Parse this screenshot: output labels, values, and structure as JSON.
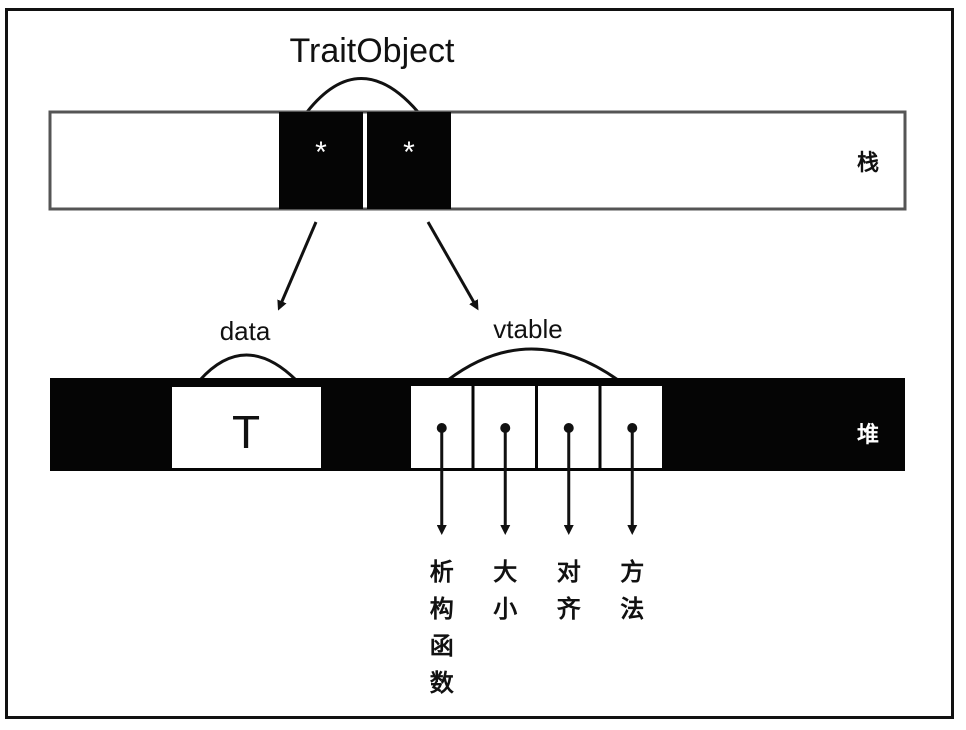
{
  "diagram": {
    "title": "TraitObject",
    "stack": {
      "label": "栈",
      "pointer_cells": [
        "*",
        "*"
      ]
    },
    "heap": {
      "label": "堆",
      "data_label": "data",
      "data_value": "T",
      "vtable_label": "vtable",
      "vtable_entries": [
        {
          "name": "析构函数",
          "chars": [
            "析",
            "构",
            "函",
            "数"
          ]
        },
        {
          "name": "大小",
          "chars": [
            "大",
            "小"
          ]
        },
        {
          "name": "对齐",
          "chars": [
            "对",
            "齐"
          ]
        },
        {
          "name": "方法",
          "chars": [
            "方",
            "法"
          ]
        }
      ]
    },
    "colors": {
      "ink": "#111111",
      "paper": "#ffffff"
    }
  }
}
